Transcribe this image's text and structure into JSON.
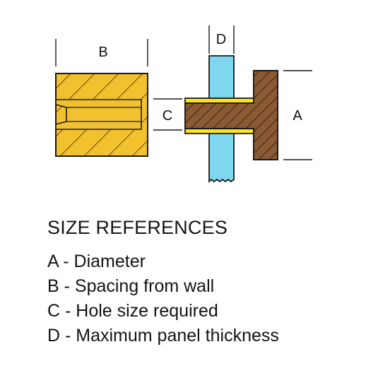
{
  "diagram": {
    "labels": {
      "a": "A",
      "b": "B",
      "c": "C",
      "d": "D"
    },
    "colors": {
      "brass": "#f2c12e",
      "brass_hatch": "#6b4a10",
      "wood": "#8a5a34",
      "wood_hatch": "#3e2412",
      "panel": "#7fd7ef",
      "sleeve": "#ffe419",
      "outline": "#1a1a1a"
    }
  },
  "legend": {
    "title": "SIZE REFERENCES",
    "items": [
      "A - Diameter",
      "B - Spacing from wall",
      "C - Hole size required",
      "D - Maximum panel thickness"
    ]
  }
}
